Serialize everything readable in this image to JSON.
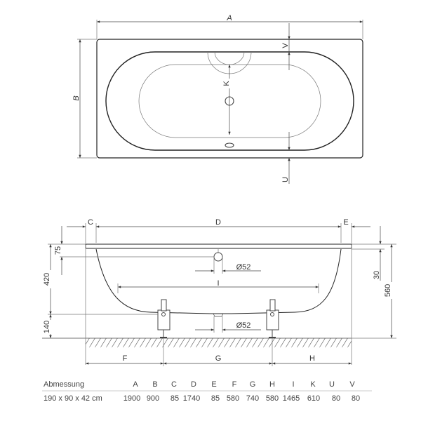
{
  "top_view": {
    "labels": {
      "A": "A",
      "B": "B",
      "K": "K",
      "V": "V",
      "U": "U"
    }
  },
  "side_view": {
    "labels": {
      "C": "C",
      "D": "D",
      "E": "E",
      "I": "I",
      "F": "F",
      "G": "G",
      "H": "H"
    },
    "dims": {
      "overflow_diameter": "Ø52",
      "drain_diameter": "Ø52",
      "rim_to_overflow": "75",
      "overflow_to_bottom": "420",
      "bottom_to_floor": "140",
      "rim_thickness": "30",
      "total_height": "560"
    }
  },
  "table": {
    "header_label": "Abmessung",
    "columns": [
      "A",
      "B",
      "C",
      "D",
      "E",
      "F",
      "G",
      "H",
      "I",
      "K",
      "U",
      "V"
    ],
    "row_label": "190 x 90 x 42 cm",
    "values": [
      "1900",
      "900",
      "85",
      "1740",
      "85",
      "580",
      "740",
      "580",
      "1465",
      "610",
      "80",
      "80"
    ]
  }
}
